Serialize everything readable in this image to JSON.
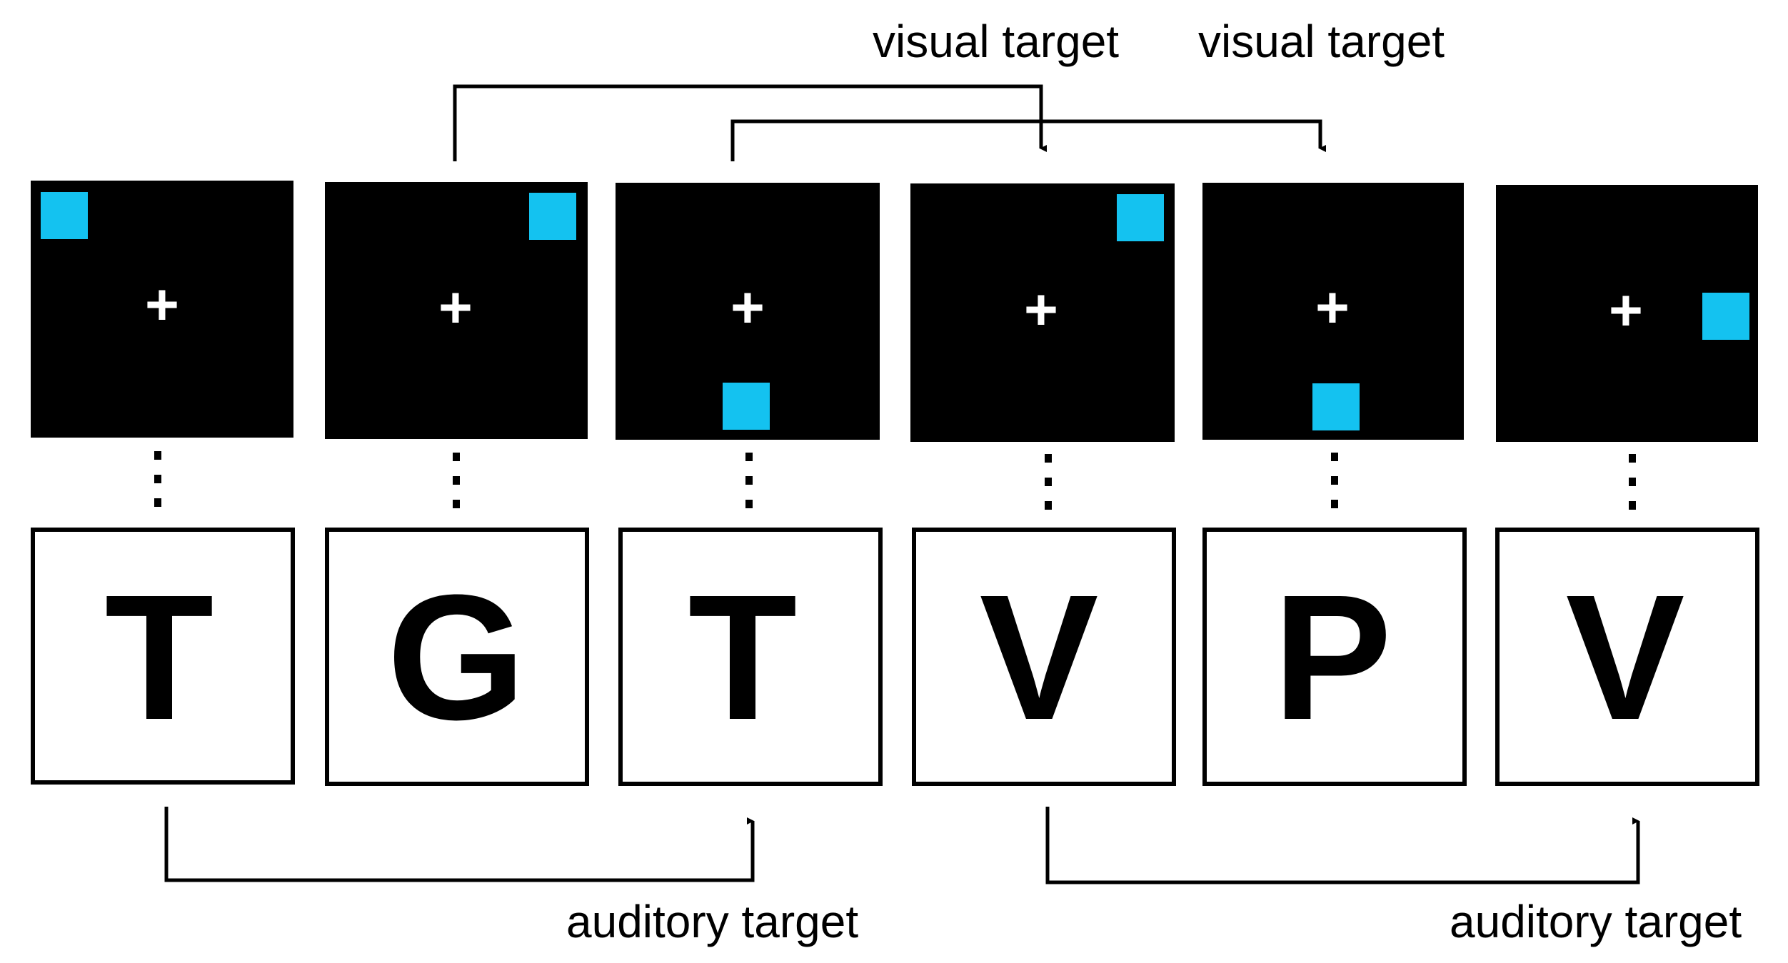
{
  "colors": {
    "screen_background": "#000000",
    "fixation": "#ffffff",
    "target_square": "#14c2f0",
    "letter": "#000000",
    "letter_box_border": "#000000",
    "connector": "#000000"
  },
  "fixation_symbol": "+",
  "trials": [
    {
      "visual_square_position": "top-left",
      "letter": "T"
    },
    {
      "visual_square_position": "top-right",
      "letter": "G"
    },
    {
      "visual_square_position": "bottom-center",
      "letter": "T"
    },
    {
      "visual_square_position": "top-right",
      "letter": "V"
    },
    {
      "visual_square_position": "bottom-center",
      "letter": "P"
    },
    {
      "visual_square_position": "middle-right",
      "letter": "V"
    }
  ],
  "labels": {
    "visual_target_1": "visual target",
    "visual_target_2": "visual target",
    "auditory_target_1": "auditory target",
    "auditory_target_2": "auditory target"
  }
}
